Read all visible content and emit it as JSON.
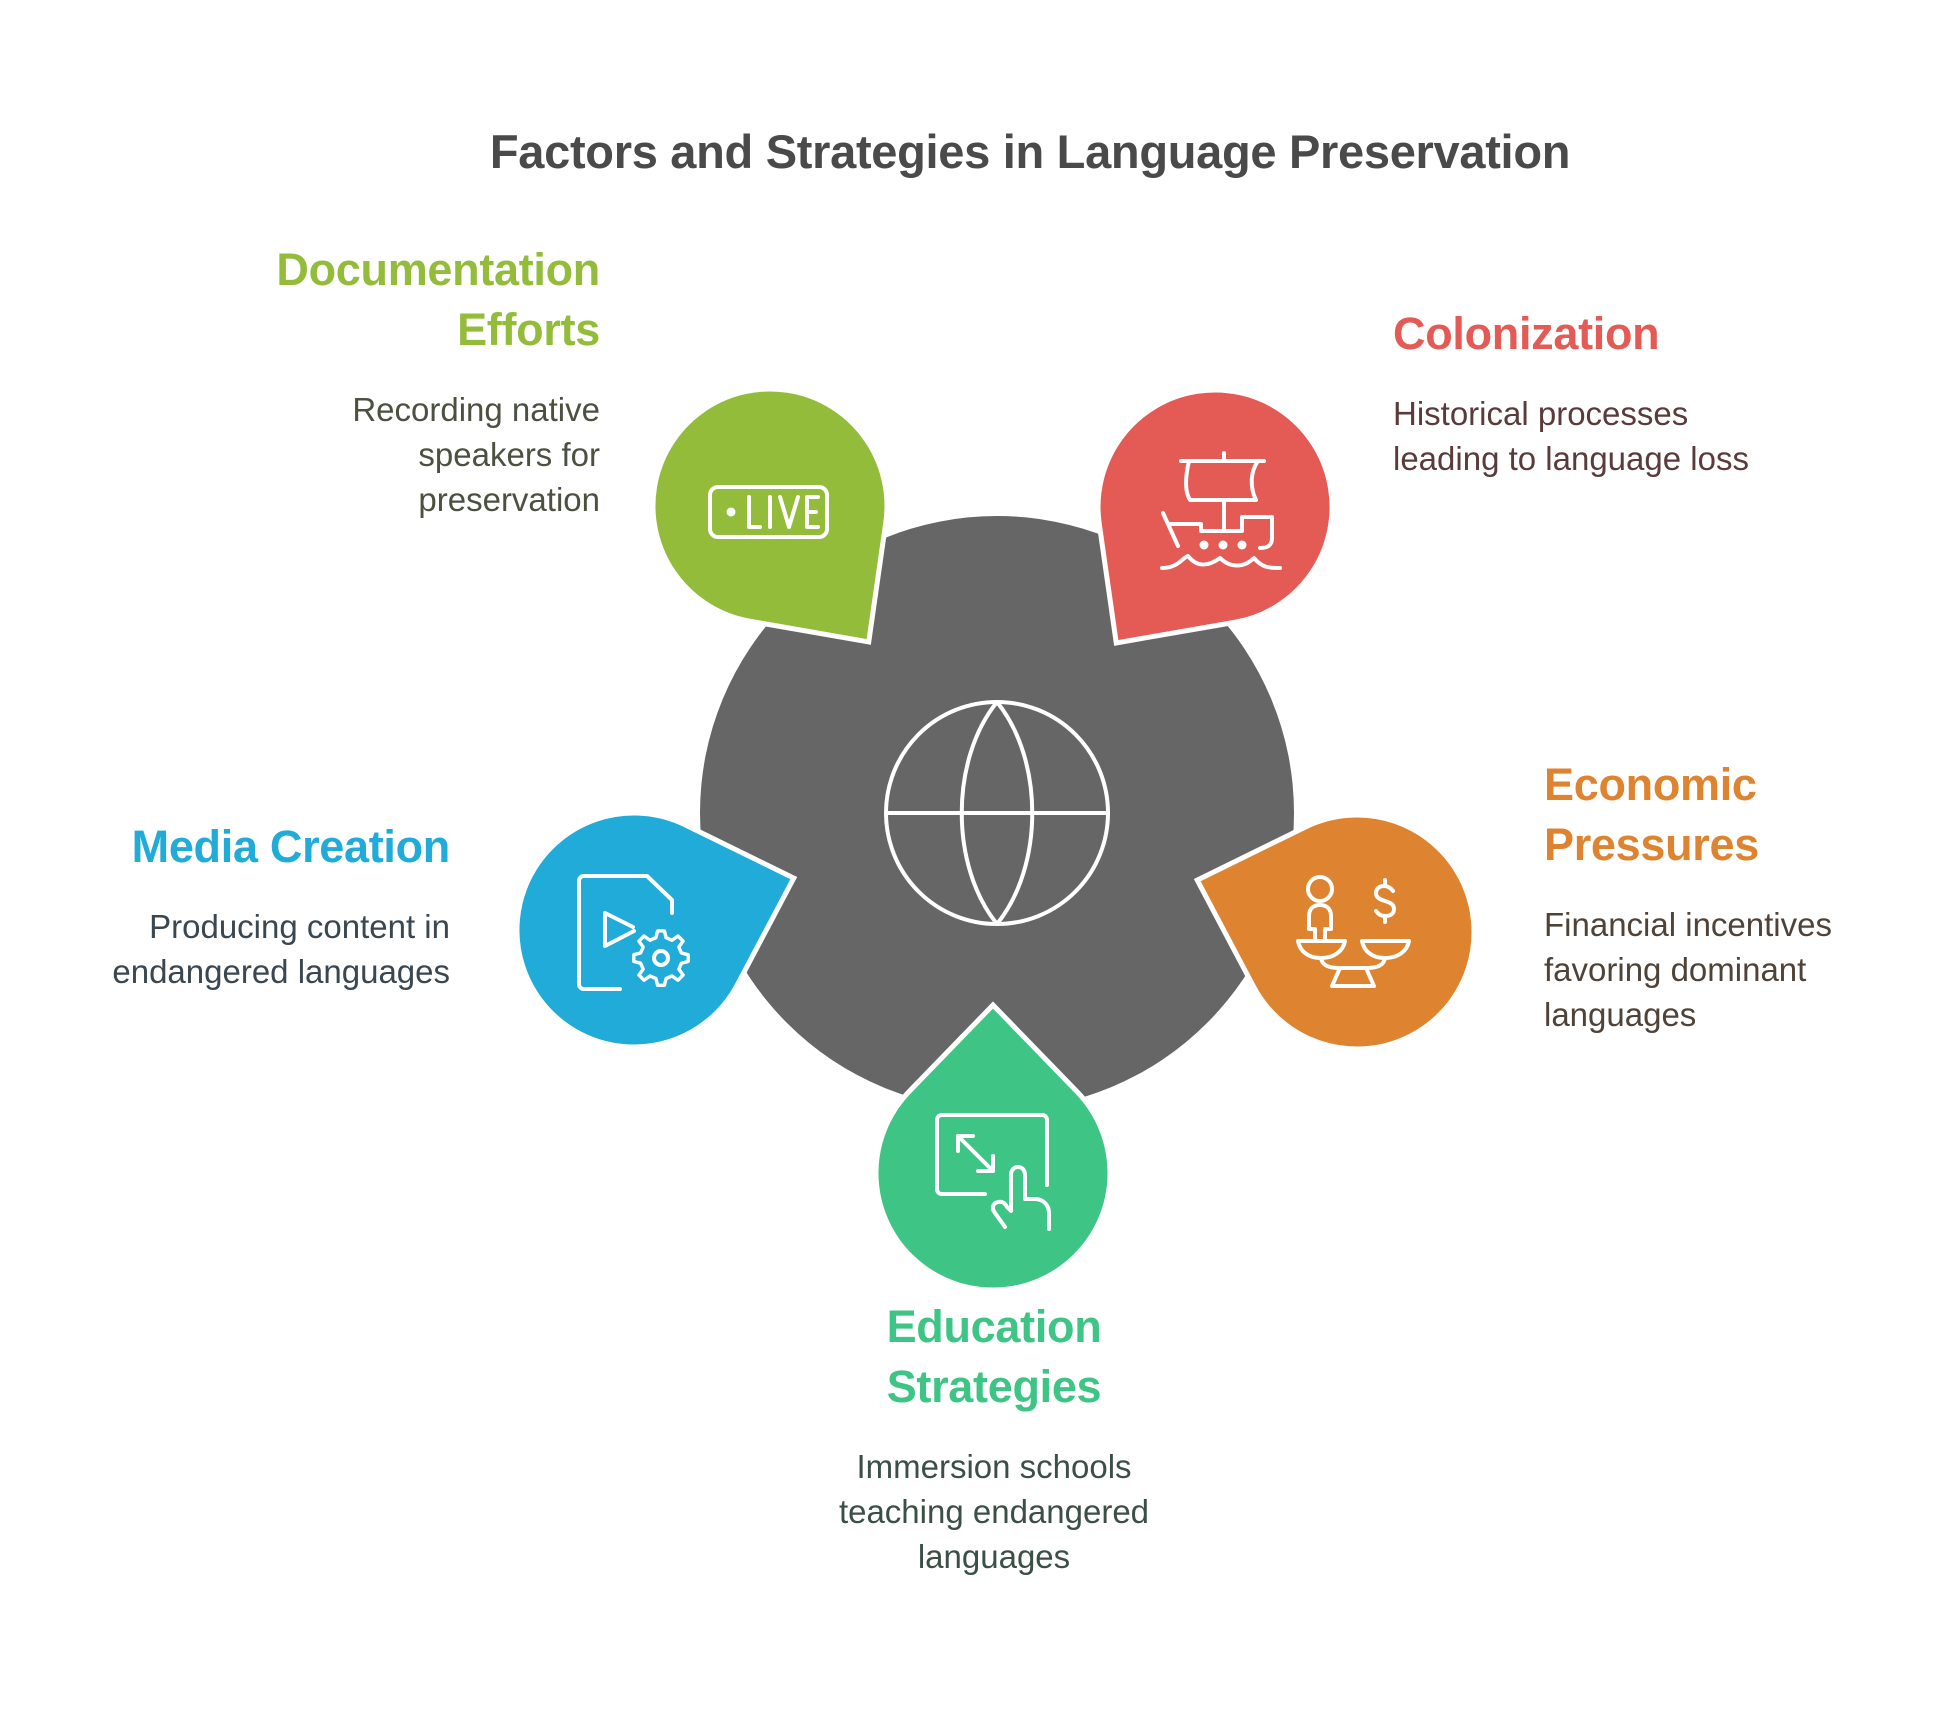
{
  "title": "Factors and Strategies in Language Preservation",
  "center": {
    "icon": "globe-icon",
    "color": "#666666"
  },
  "items": [
    {
      "id": "documentation",
      "heading_lines": [
        "Documentation",
        "Efforts"
      ],
      "description_lines": [
        "Recording native",
        "speakers for",
        "preservation"
      ],
      "icon": "live-badge-icon",
      "color": "#93bc3b",
      "text_color": "#4b5040"
    },
    {
      "id": "colonization",
      "heading_lines": [
        "Colonization"
      ],
      "description_lines": [
        "Historical processes",
        "leading to language loss"
      ],
      "icon": "ship-icon",
      "color": "#e45a55",
      "text_color": "#5a3a3a"
    },
    {
      "id": "economic",
      "heading_lines": [
        "Economic",
        "Pressures"
      ],
      "description_lines": [
        "Financial incentives",
        "favoring dominant",
        "languages"
      ],
      "icon": "balance-scale-person-dollar-icon",
      "color": "#de8431",
      "text_color": "#4f4238"
    },
    {
      "id": "education",
      "heading_lines": [
        "Education",
        "Strategies"
      ],
      "description_lines": [
        "Immersion schools",
        "teaching endangered",
        "languages"
      ],
      "icon": "touch-screen-resize-icon",
      "color": "#3ec585",
      "text_color": "#3c4f47"
    },
    {
      "id": "media",
      "heading_lines": [
        "Media Creation"
      ],
      "description_lines": [
        "Producing content in",
        "endangered languages"
      ],
      "icon": "video-file-settings-icon",
      "color": "#20abd9",
      "text_color": "#3a4650"
    }
  ]
}
